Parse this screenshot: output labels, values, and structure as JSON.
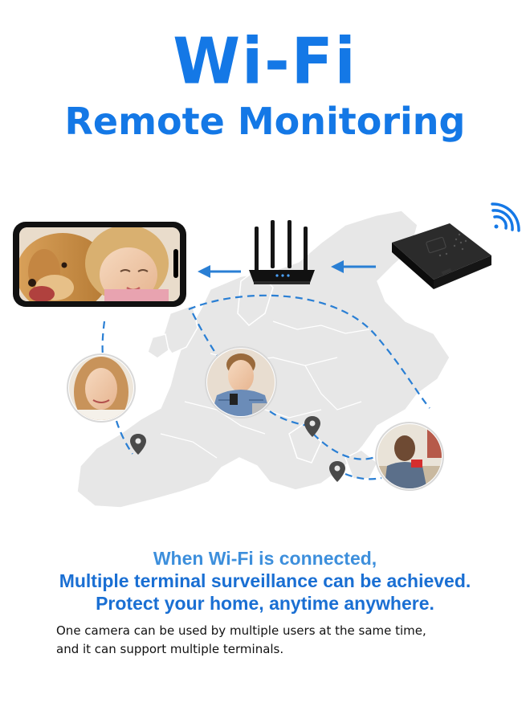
{
  "title": "Wi-Fi",
  "subtitle": "Remote Monitoring",
  "captions": {
    "line1": "When Wi-Fi is connected,",
    "line2": "Multiple terminal surveillance can be achieved.",
    "line3": "Protect your home, anytime anywhere."
  },
  "description": {
    "line1": "One camera can be used by multiple users at the same time,",
    "line2": "and it can support multiple terminals."
  },
  "icons": [
    "wifi-signal-icon",
    "camera-device",
    "router",
    "smartphone",
    "location-pin-icon",
    "user-avatar"
  ],
  "colors": {
    "brand_blue": "#1478e6",
    "caption_blue": "#1a6fd3",
    "map_gray": "#e6e6e6",
    "dash_blue": "#2a7fd4"
  }
}
